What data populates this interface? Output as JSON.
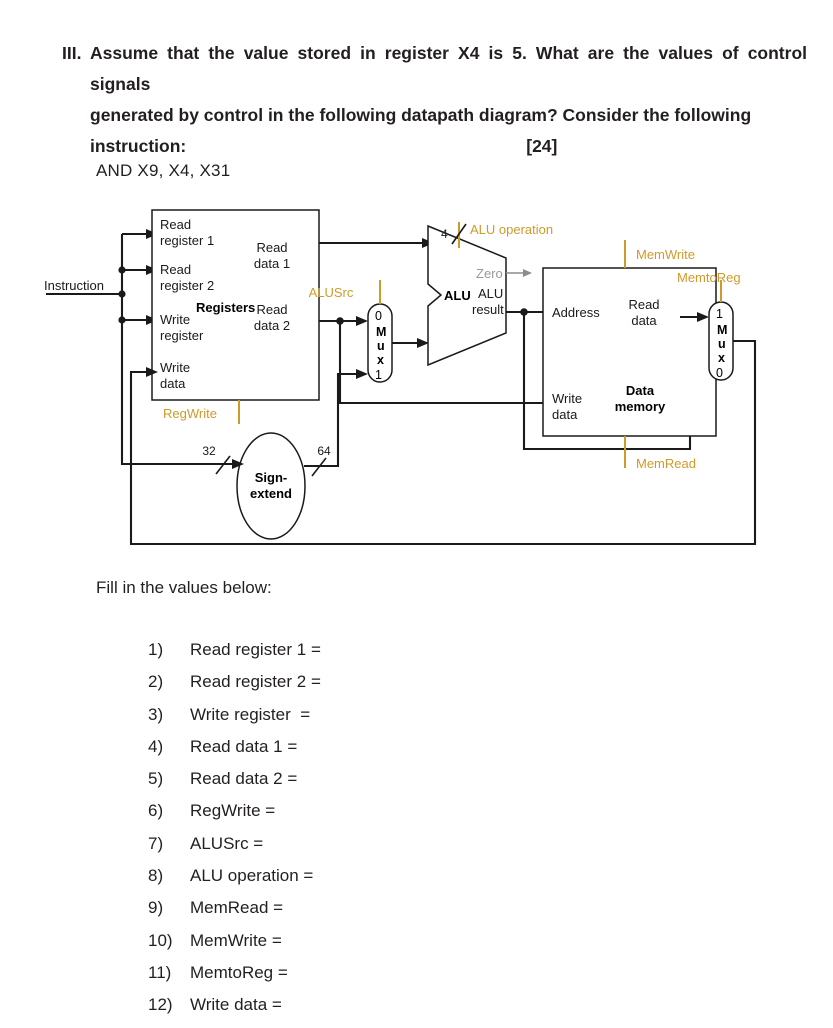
{
  "question": {
    "numeral": "III.",
    "line1": "Assume that the value stored in register X4 is 5. What are the values of control signals",
    "line2": "generated by control in the following datapath diagram? Consider the following",
    "line3": "instruction:",
    "marks": "[24]"
  },
  "instruction": "AND X9, X4, X31",
  "fill_label": "Fill in the values below:",
  "answers": [
    {
      "num": "1)",
      "text": "Read register 1 ="
    },
    {
      "num": "2)",
      "text": "Read register 2 ="
    },
    {
      "num": "3)",
      "text": "Write register  ="
    },
    {
      "num": "4)",
      "text": "Read data 1 ="
    },
    {
      "num": "5)",
      "text": "Read data 2 ="
    },
    {
      "num": "6)",
      "text": "RegWrite ="
    },
    {
      "num": "7)",
      "text": "ALUSrc ="
    },
    {
      "num": "8)",
      "text": "ALU operation ="
    },
    {
      "num": "9)",
      "text": "MemRead ="
    },
    {
      "num": "10)",
      "text": "MemWrite ="
    },
    {
      "num": "11)",
      "text": "MemtoReg ="
    },
    {
      "num": "12)",
      "text": "Write data ="
    }
  ],
  "diagram": {
    "title": "datapath-diagram",
    "colors": {
      "control_signal": "#d09a2b",
      "wire": "#1a1a1a",
      "zero_signal": "#9a9a9a",
      "background": "#ffffff"
    },
    "instruction_bus_label": "Instruction",
    "register_file": {
      "title": "Registers",
      "inputs": [
        "Read\nregister 1",
        "Read\nregister 2",
        "Write\nregister",
        "Write\ndata"
      ],
      "input_1_line1": "Read",
      "input_1_line2": "register 1",
      "input_2_line1": "Read",
      "input_2_line2": "register 2",
      "input_3_line1": "Write",
      "input_3_line2": "register",
      "input_4_line1": "Write",
      "input_4_line2": "data",
      "output_1_line1": "Read",
      "output_1_line2": "data 1",
      "output_2_line1": "Read",
      "output_2_line2": "data 2",
      "control": "RegWrite"
    },
    "alu_src_mux": {
      "top_label": "0",
      "bottom_label": "1",
      "name": "Mux",
      "control": "ALUSrc"
    },
    "alu": {
      "name": "ALU",
      "operation_control": "ALU operation",
      "operation_width": "4",
      "zero_output": "Zero",
      "result_line1": "ALU",
      "result_line2": "result"
    },
    "sign_extend": {
      "line1": "Sign-",
      "line2": "extend",
      "input_width": "32",
      "output_width": "64"
    },
    "data_memory": {
      "title_line1": "Data",
      "title_line2": "memory",
      "input_address": "Address",
      "input_write_data_line1": "Write",
      "input_write_data_line2": "data",
      "output_read_data_line1": "Read",
      "output_read_data_line2": "data",
      "control_write": "MemWrite",
      "control_read": "MemRead"
    },
    "memto_reg_mux": {
      "top_label": "1",
      "bottom_label": "0",
      "name": "Mux",
      "control": "MemtoReg"
    }
  }
}
